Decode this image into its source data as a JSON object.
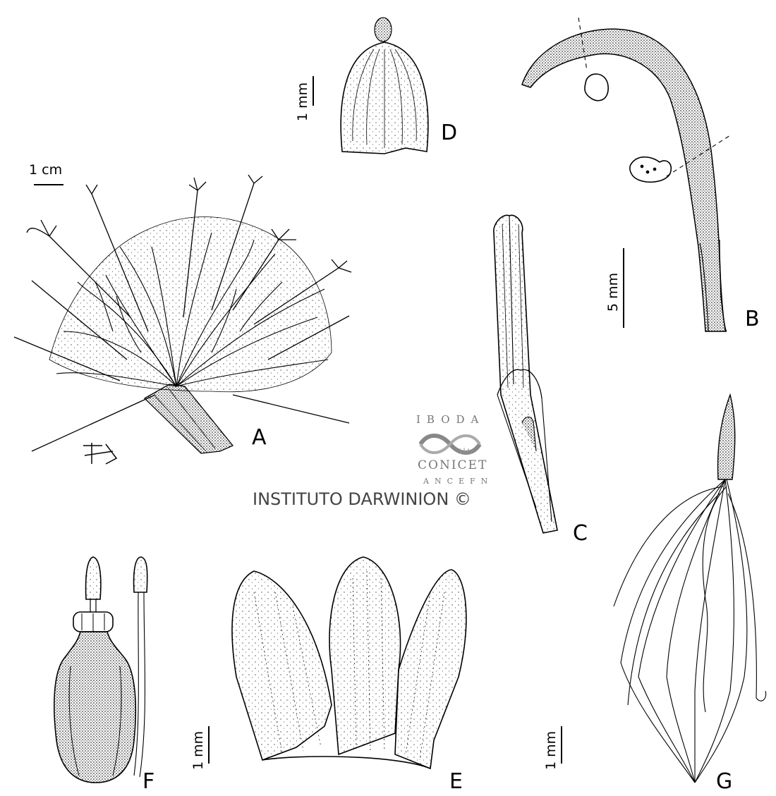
{
  "figure": {
    "panels": [
      {
        "id": "A",
        "scale": "1 cm"
      },
      {
        "id": "B",
        "scale": "5 mm"
      },
      {
        "id": "C",
        "scale": ""
      },
      {
        "id": "D",
        "scale": "1 mm"
      },
      {
        "id": "E",
        "scale": "1 mm"
      },
      {
        "id": "F",
        "scale": "1 mm"
      },
      {
        "id": "G",
        "scale": "1 mm"
      }
    ],
    "logo": {
      "top": "IBODA",
      "middle": "CONICET",
      "bottom": "ANCEFN"
    },
    "credit": "INSTITUTO DARWINION ©"
  },
  "colors": {
    "ink": "#000000",
    "logo_gray": "#777777",
    "paper": "#ffffff"
  }
}
